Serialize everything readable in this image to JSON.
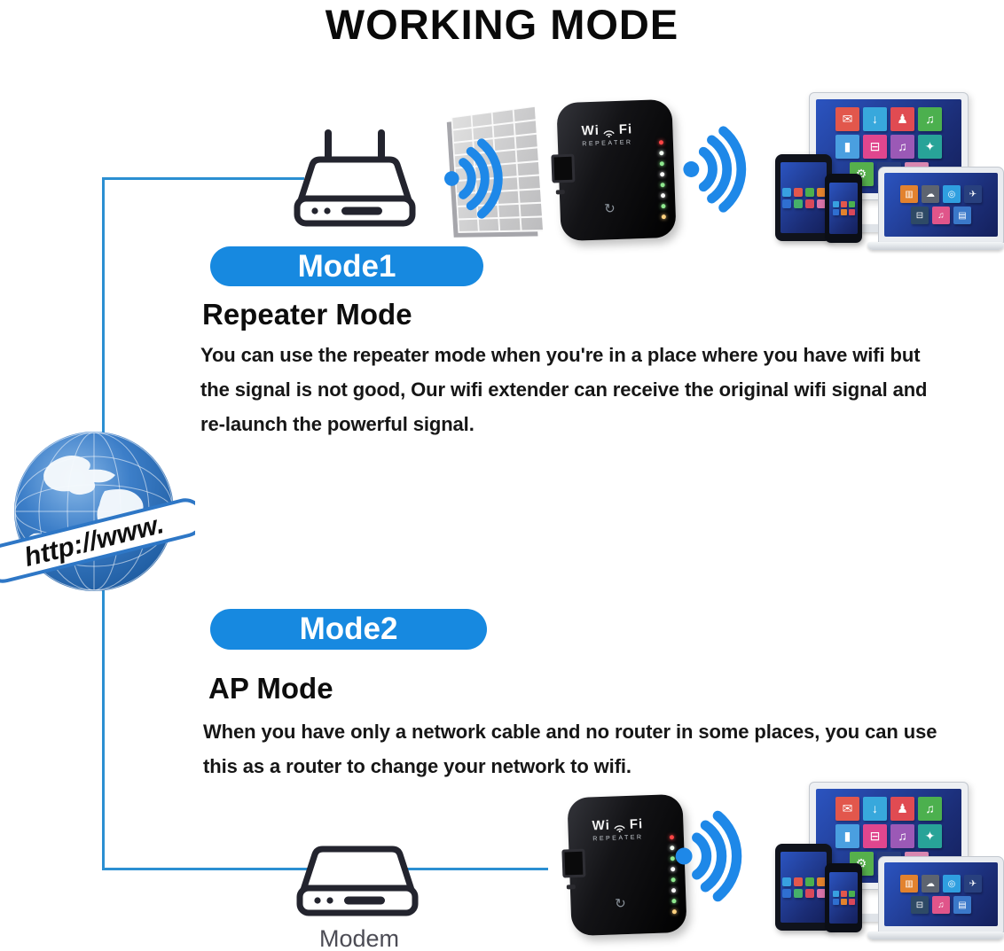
{
  "title": "WORKING MODE",
  "colors": {
    "accent_blue": "#1789e0",
    "wifi_blue": "#1e88e8",
    "connector_line_blue": "#2b8fd2",
    "icon_outline_navy": "#23242e",
    "screen_blue": "#1b2d76",
    "device_black": "#131316"
  },
  "mode1": {
    "badge": "Mode1",
    "heading": "Repeater Mode",
    "body": "You can use the repeater mode when you're in a place where you have wifi but the signal is not good, Our wifi extender can receive the original wifi signal and re-launch the powerful signal."
  },
  "mode2": {
    "badge": "Mode2",
    "heading": "AP Mode",
    "body": "When you have only a network cable and no router in some places, you can use this as a router to change your network to wifi."
  },
  "globe": {
    "banner": "http://www."
  },
  "modem_label": "Modem",
  "repeater": {
    "brand_prefix": "Wi",
    "brand_suffix": "Fi",
    "subtitle": "REPEATER",
    "leds": [
      "#ff4545",
      "#f2fff2",
      "#8ee88e",
      "#ffffff",
      "#8ee88e",
      "#f6f6f6",
      "#8ee88e",
      "#ffd27f"
    ]
  },
  "cluster": {
    "monitor": [
      {
        "c": "#e2574c",
        "g": "✉"
      },
      {
        "c": "#38a8dc",
        "g": "↓"
      },
      {
        "c": "#e04b52",
        "g": "♟"
      },
      {
        "c": "#4cb04e",
        "g": "♫"
      },
      {
        "c": "#4a9fe0",
        "g": "▮"
      },
      {
        "c": "#e0468e",
        "g": "⊟"
      },
      {
        "c": "#9b59b6",
        "g": "♫"
      },
      {
        "c": "#28a398",
        "g": "✦"
      },
      {
        "c": "#56b04c",
        "g": "⚙"
      },
      {
        "c": "#273d7e",
        "g": "✈"
      },
      {
        "c": "#d887b0",
        "g": "↻"
      }
    ],
    "laptop": [
      {
        "c": "#e2822e",
        "g": "▥"
      },
      {
        "c": "#5d6470",
        "g": "☁"
      },
      {
        "c": "#2f9fe0",
        "g": "◎"
      },
      {
        "c": "#28407e",
        "g": "✈"
      },
      {
        "c": "#2e4a66",
        "g": "⊟"
      },
      {
        "c": "#e0558a",
        "g": "♫"
      },
      {
        "c": "#3a78c9",
        "g": "▤"
      }
    ],
    "tablet": [
      "#38a0e0",
      "#e2574c",
      "#4cb04e",
      "#e2822e",
      "#2f6fd0",
      "#45b06a",
      "#d8485a",
      "#d873a8"
    ],
    "phone": [
      "#38a0e0",
      "#e2574c",
      "#4cb04e",
      "#2f6fd0",
      "#e2822e",
      "#d8485a"
    ]
  }
}
